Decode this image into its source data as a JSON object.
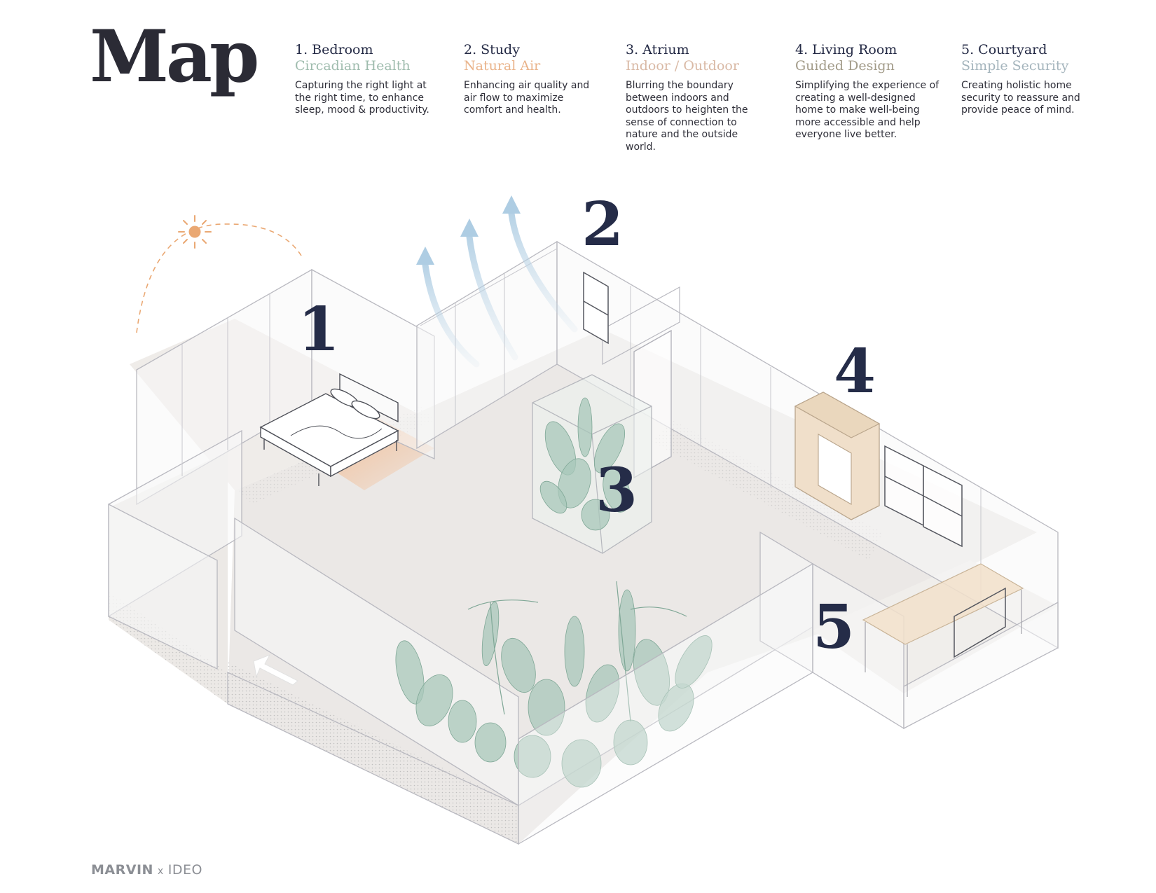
{
  "title": "Map",
  "legend": [
    {
      "heading": "1. Bedroom",
      "subtitle": "Circadian Health",
      "color": "#9fbcae",
      "description": "Capturing the right light at the right time, to enhance sleep, mood & productivity."
    },
    {
      "heading": "2. Study",
      "subtitle": "Natural Air",
      "color": "#eab48b",
      "description": "Enhancing air quality and air flow to maximize comfort and health."
    },
    {
      "heading": "3. Atrium",
      "subtitle": "Indoor / Outdoor",
      "color": "#d9b9a5",
      "description": "Blurring the boundary between indoors and outdoors to heighten the sense of connection to nature and the outside world."
    },
    {
      "heading": "4. Living Room",
      "subtitle": "Guided Design",
      "color": "#a29b89",
      "description": "Simplifying the experience of creating a well-designed home to make well-being more accessible and help everyone live better."
    },
    {
      "heading": "5. Courtyard",
      "subtitle": "Simple Security",
      "color": "#a5b5bd",
      "description": "Creating holistic home security to reassure and provide peace of mind."
    }
  ],
  "markers": [
    "1",
    "2",
    "3",
    "4",
    "5"
  ],
  "icons": [
    "sun-icon",
    "airflow-arrow-icon",
    "plant-icon"
  ],
  "footer": {
    "brand_left": "MARVIN",
    "separator": "x",
    "brand_right": "IDEO"
  }
}
